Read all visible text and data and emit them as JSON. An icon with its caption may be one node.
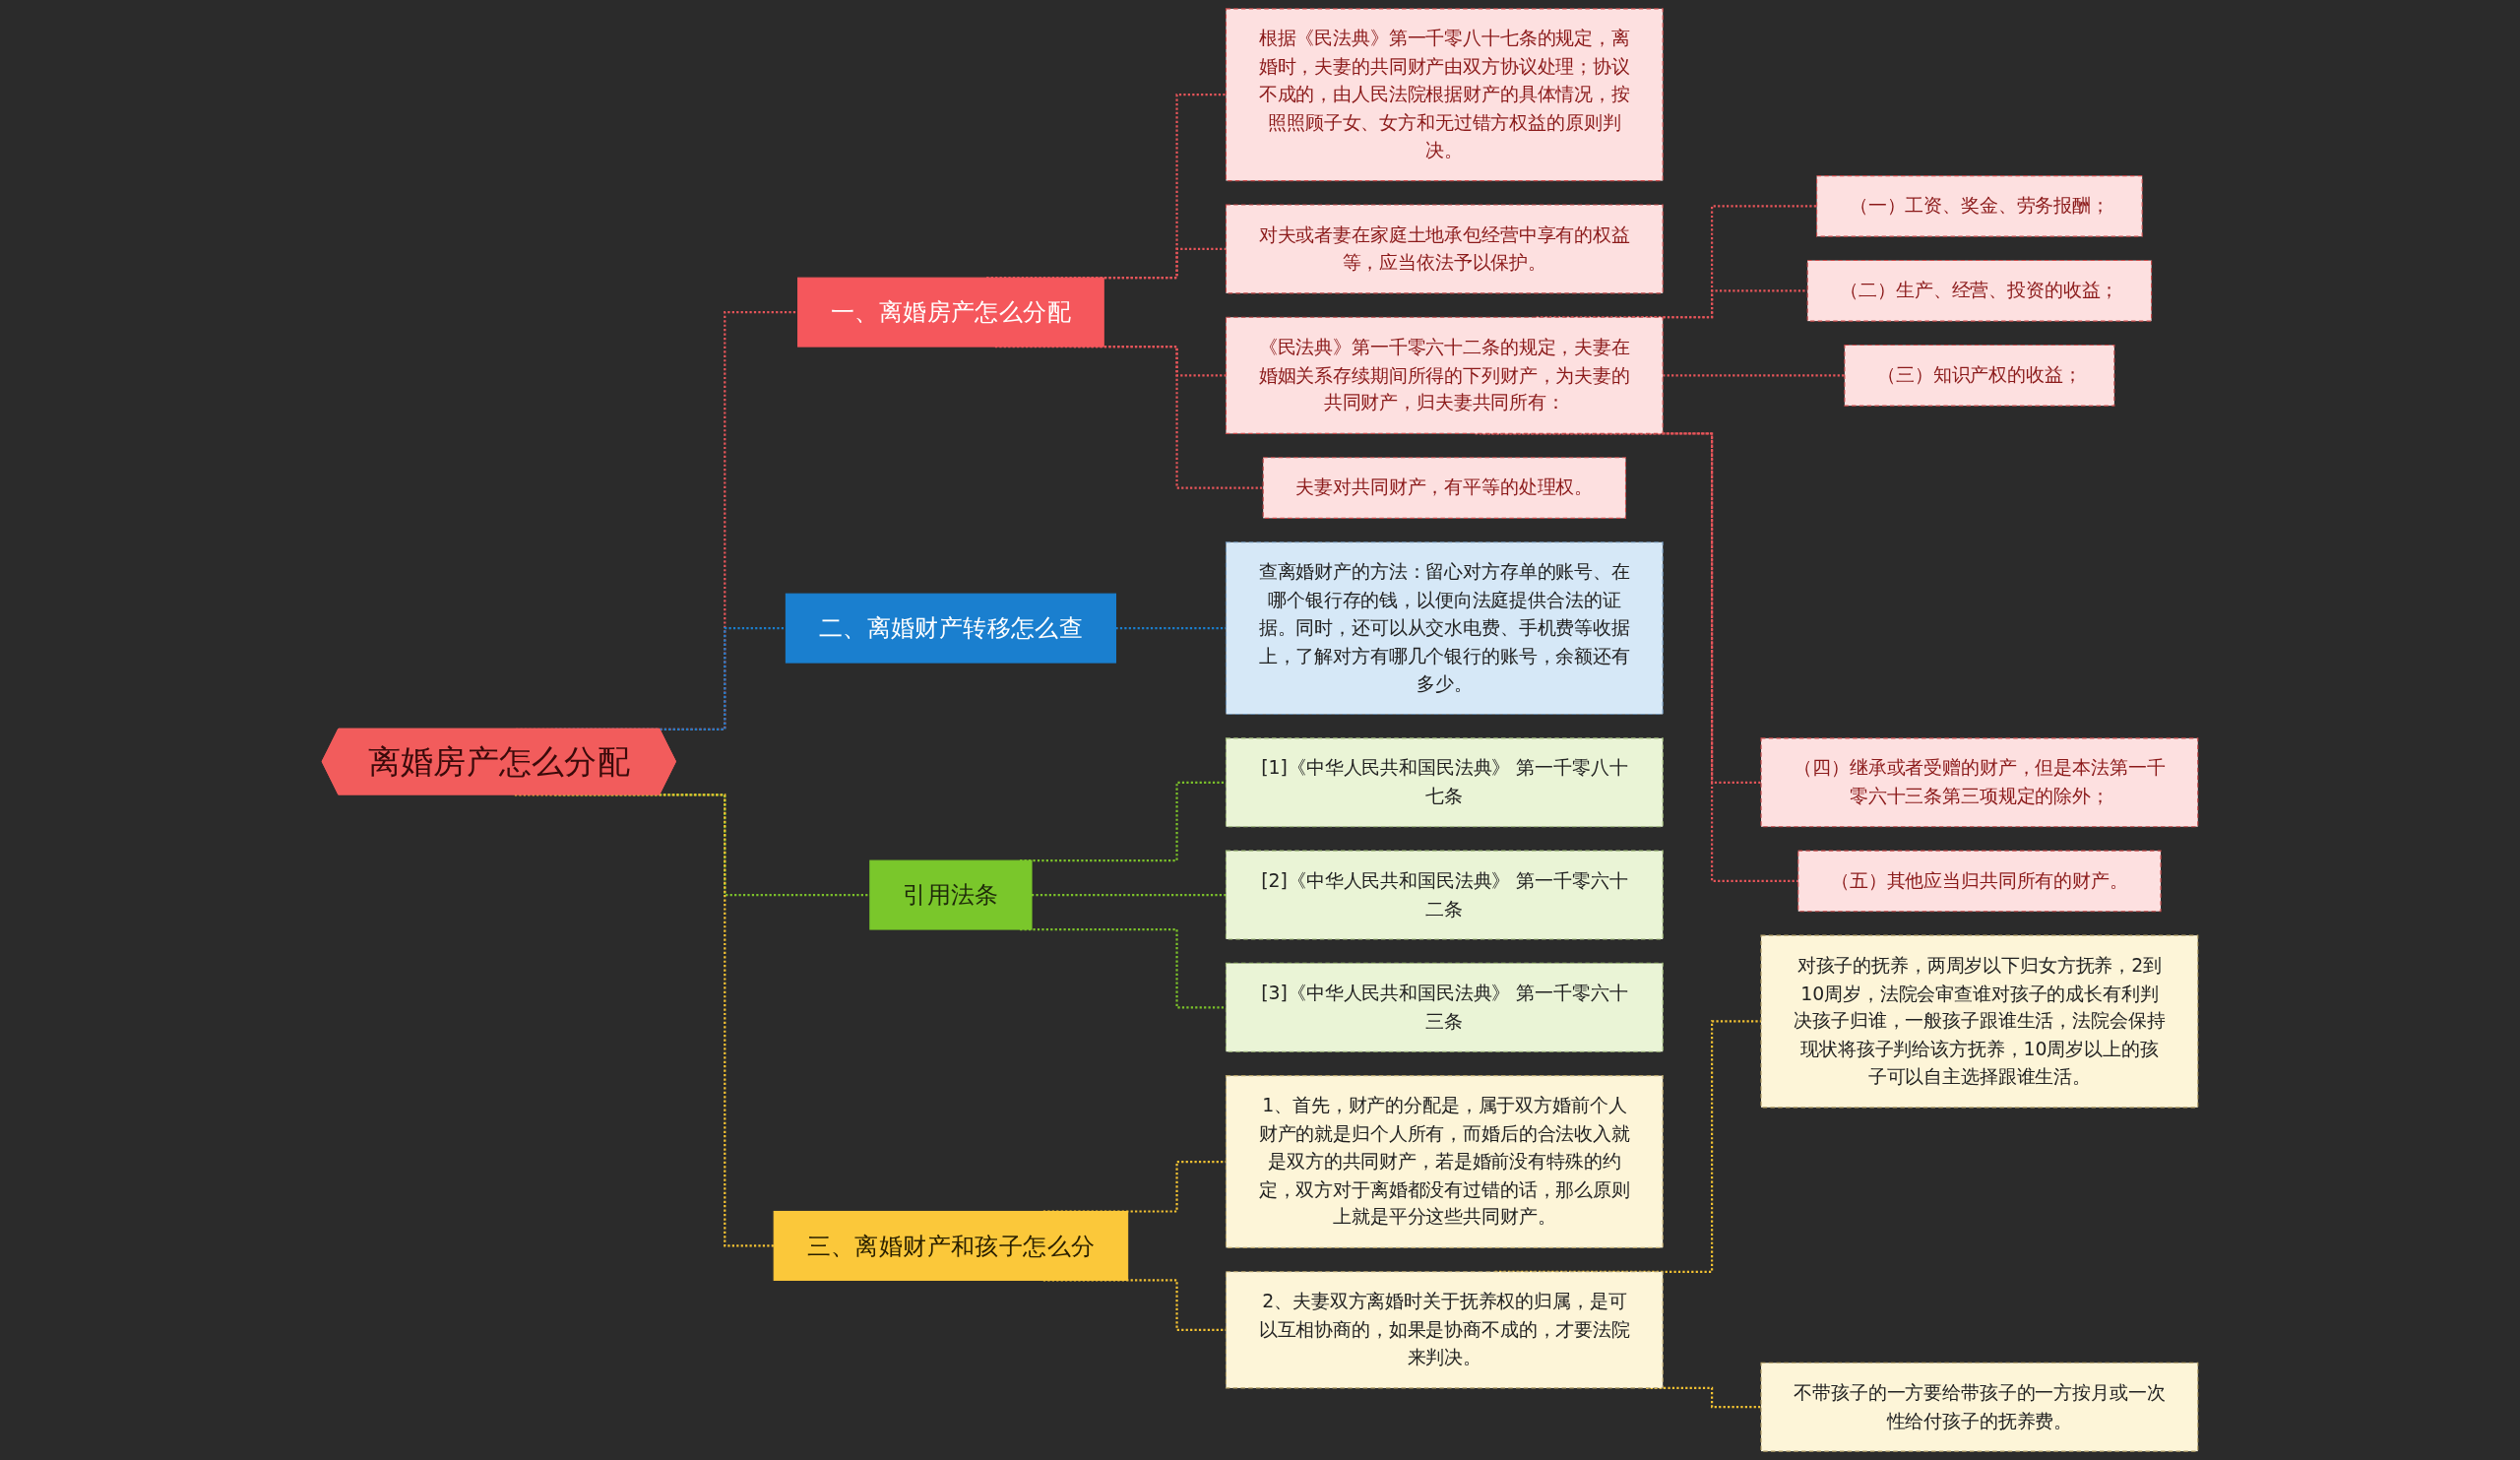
{
  "diagram": {
    "nodes": [
      {
        "text": [
          "离婚房产怎么分配"
        ]
      },
      {
        "text": [
          "一、离婚房产怎么分配"
        ]
      },
      {
        "text": [
          "根据《民法典》第一千零八十七条的规定，离婚时，夫妻的共同财产由双方协议处理；协议不成的，由人民法院根据财产的具体情况，按照照顾子女、女方和无过错方权益的原则判决。"
        ]
      },
      {
        "text": [
          "对夫或者妻在家庭土地承包经营中享有的权益等，应当依法予以保护。"
        ]
      },
      {
        "text": [
          "《民法典》第一千零六十二条的规定，夫妻在婚姻关系存续期间所得的下列财产，为夫妻的共同财产，归夫妻共同所有："
        ]
      },
      {
        "text": [
          "（一）工资、奖金、劳务报酬；"
        ]
      },
      {
        "text": [
          "（二）生产、经营、投资的收益；"
        ]
      },
      {
        "text": [
          "（三）知识产权的收益；"
        ]
      },
      {
        "text": [
          "（四）继承或者受赠的财产，但是本法第一千零六十三条第三项规定的除外；"
        ]
      },
      {
        "text": [
          "（五）其他应当归共同所有的财产。"
        ]
      },
      {
        "text": [
          "夫妻对共同财产，有平等的处理权。"
        ]
      },
      {
        "text": [
          "二、离婚财产转移怎么查"
        ]
      },
      {
        "text": [
          "查离婚财产的方法：留心对方存单的账号、在哪个银行存的钱，以便向法庭提供合法的证据。同时，还可以从交水电费、手机费等收据上，了解对方有哪几个银行的账号，余额还有多少。"
        ]
      },
      {
        "text": [
          "引用法条"
        ]
      },
      {
        "text": [
          "[1]《中华人民共和国民法典》 第一千零八十七条"
        ]
      },
      {
        "text": [
          "[2]《中华人民共和国民法典》 第一千零六十二条"
        ]
      },
      {
        "text": [
          "[3]《中华人民共和国民法典》 第一千零六十三条"
        ]
      },
      {
        "text": [
          "三、离婚财产和孩子怎么分"
        ]
      },
      {
        "text": [
          "1、首先，财产的分配是，属于双方婚前个人财产的就是归个人所有，而婚后的合法收入就是双方的共同财产，若是婚前没有特殊的约定，双方对于离婚都没有过错的话，那么原则上就是平分这些共同财产。"
        ]
      },
      {
        "text": [
          "2、夫妻双方离婚时关于抚养权的归属，是可以互相协商的，如果是协商不成的，才要法院来判决。"
        ]
      },
      {
        "text": [
          "对孩子的抚养，两周岁以下归女方抚养，2到10周岁，法院会审查谁对孩子的成长有利判决孩子归谁，一般孩子跟谁生活，法院会保持现状将孩子判给该方抚养，10周岁以上的孩子可以自主选择跟谁生活。"
        ]
      },
      {
        "text": [
          "不带孩子的一方要给带孩子的一方按月或一次性给付孩子的抚养费。"
        ]
      }
    ],
    "edges": [
      {
        "from": 0,
        "to": 1,
        "arrow": "none",
        "style": "dashed"
      },
      {
        "from": 1,
        "to": 2,
        "arrow": "none",
        "style": "dashed"
      },
      {
        "from": 1,
        "to": 3,
        "arrow": "none",
        "style": "dashed"
      },
      {
        "from": 1,
        "to": 4,
        "arrow": "none",
        "style": "dashed"
      },
      {
        "from": 4,
        "to": 5,
        "arrow": "none",
        "style": "dashed"
      },
      {
        "from": 4,
        "to": 6,
        "arrow": "none",
        "style": "dashed"
      },
      {
        "from": 4,
        "to": 7,
        "arrow": "none",
        "style": "dashed"
      },
      {
        "from": 4,
        "to": 8,
        "arrow": "none",
        "style": "dashed"
      },
      {
        "from": 4,
        "to": 9,
        "arrow": "none",
        "style": "dashed"
      },
      {
        "from": 1,
        "to": 10,
        "arrow": "none",
        "style": "dashed"
      },
      {
        "from": 0,
        "to": 11,
        "arrow": "none",
        "style": "dashed",
        "color": "#1a7fcf"
      },
      {
        "from": 11,
        "to": 12,
        "arrow": "none",
        "style": "dashed",
        "color": "#1a7fcf"
      },
      {
        "from": 0,
        "to": 13,
        "arrow": "none",
        "style": "dashed",
        "color": "#7cc32a"
      },
      {
        "from": 13,
        "to": 14,
        "arrow": "none",
        "style": "dashed",
        "color": "#7cc32a"
      },
      {
        "from": 13,
        "to": 15,
        "arrow": "none",
        "style": "dashed",
        "color": "#7cc32a"
      },
      {
        "from": 13,
        "to": 16,
        "arrow": "none",
        "style": "dashed",
        "color": "#7cc32a"
      },
      {
        "from": 0,
        "to": 17,
        "arrow": "none",
        "style": "dashed",
        "color": "#f5c332"
      },
      {
        "from": 17,
        "to": 18,
        "arrow": "none",
        "style": "dashed",
        "color": "#f5c332"
      },
      {
        "from": 17,
        "to": 19,
        "arrow": "none",
        "style": "dashed",
        "color": "#f5c332"
      },
      {
        "from": 19,
        "to": 20,
        "arrow": "none",
        "style": "dashed",
        "color": "#f5c332"
      },
      {
        "from": 19,
        "to": 21,
        "arrow": "none",
        "style": "dashed",
        "color": "#f5c332"
      }
    ]
  }
}
